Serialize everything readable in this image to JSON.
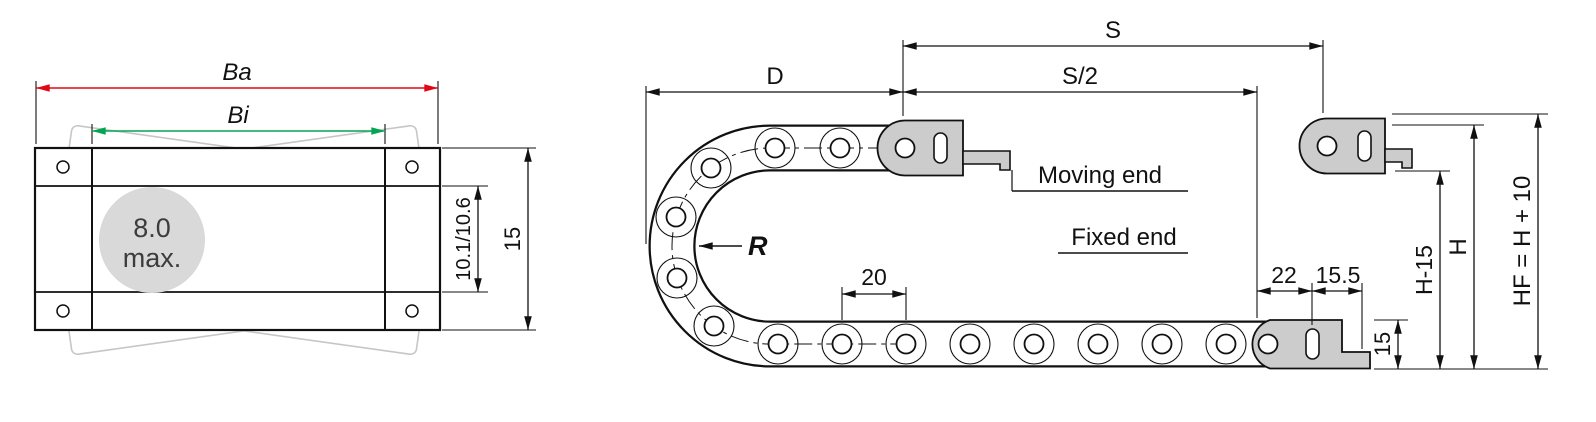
{
  "colors": {
    "outer_width": "#e30613",
    "inner_width": "#00a651",
    "radius": "#1272b9"
  },
  "front_view": {
    "outer_width_label": "Ba",
    "inner_width_label": "Bi",
    "max_cable_diameter_line1": "8.0",
    "max_cable_diameter_line2": "max.",
    "inner_height_label": "10.1/10.6",
    "outer_height_label": "15"
  },
  "side_view": {
    "d_label": "D",
    "s_label": "S",
    "s_half_label": "S/2",
    "radius_label": "R",
    "moving_end_label": "Moving end",
    "fixed_end_label": "Fixed end",
    "pitch_label": "20",
    "fixed_end_pin_offset_label": "22",
    "fixed_end_bracket_label": "15.5",
    "chain_height_label": "15",
    "h_minus_15_label": "H-15",
    "h_label": "H",
    "hf_label": "HF = H + 10"
  }
}
